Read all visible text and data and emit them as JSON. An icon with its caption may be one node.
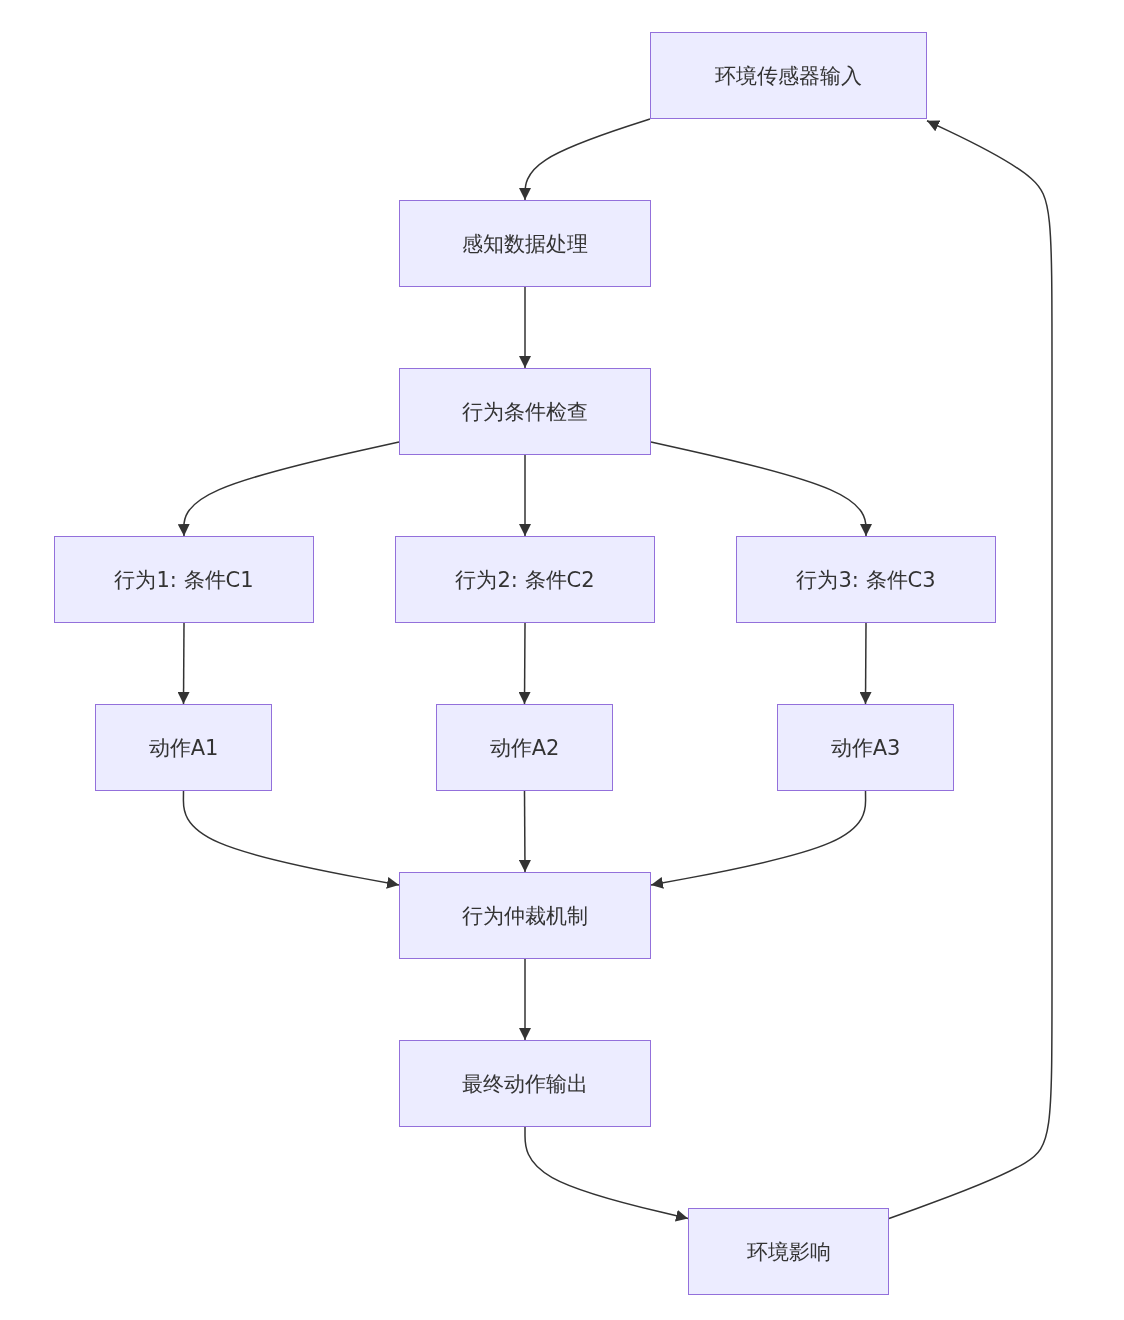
{
  "diagram": {
    "nodes": [
      {
        "text": [
          "环境传感器输入"
        ]
      },
      {
        "text": [
          "感知数据处理"
        ]
      },
      {
        "text": [
          "行为条件检查"
        ]
      },
      {
        "text": [
          "行为1: 条件C1"
        ]
      },
      {
        "text": [
          "行为2: 条件C2"
        ]
      },
      {
        "text": [
          "行为3: 条件C3"
        ]
      },
      {
        "text": [
          "动作A1"
        ]
      },
      {
        "text": [
          "动作A2"
        ]
      },
      {
        "text": [
          "动作A3"
        ]
      },
      {
        "text": [
          "行为仲裁机制"
        ]
      },
      {
        "text": [
          "最终动作输出"
        ]
      },
      {
        "text": [
          "环境影响"
        ]
      }
    ],
    "edges": [
      {
        "from": 0,
        "to": 1,
        "arrow": "to"
      },
      {
        "from": 1,
        "to": 2,
        "arrow": "to"
      },
      {
        "from": 2,
        "to": 3,
        "arrow": "to"
      },
      {
        "from": 2,
        "to": 4,
        "arrow": "to"
      },
      {
        "from": 2,
        "to": 5,
        "arrow": "to"
      },
      {
        "from": 3,
        "to": 6,
        "arrow": "to"
      },
      {
        "from": 4,
        "to": 7,
        "arrow": "to"
      },
      {
        "from": 5,
        "to": 8,
        "arrow": "to"
      },
      {
        "from": 6,
        "to": 9,
        "arrow": "to"
      },
      {
        "from": 7,
        "to": 9,
        "arrow": "to"
      },
      {
        "from": 8,
        "to": 9,
        "arrow": "to"
      },
      {
        "from": 9,
        "to": 10,
        "arrow": "to"
      },
      {
        "from": 10,
        "to": 11,
        "arrow": "to"
      },
      {
        "from": 11,
        "to": 0,
        "arrow": "to"
      }
    ]
  }
}
